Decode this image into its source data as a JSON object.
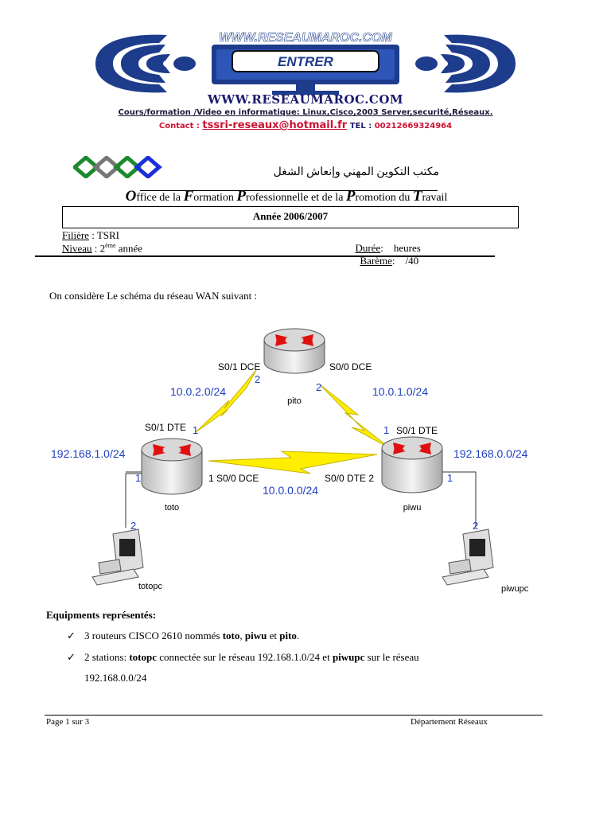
{
  "header": {
    "banner_site": "WWW.RESEAUMAROC.COM",
    "banner_button": "ENTRER",
    "site": "WWW.RESEAUMAROC.COM",
    "courses": "Cours/formation /Video en informatique: Linux,Cisco,2003 Server,securité,Réseaux.",
    "contact_label": "Contact :",
    "contact_email": "tssri-reseaux@hotmail.fr",
    "tel_label": "TEL :",
    "tel": "00212669324964"
  },
  "org": {
    "arabic": "مكتب التكوين المهني وإنعاش الشغل",
    "office_parts": [
      {
        "cap": "O",
        "rest": "ffice de la "
      },
      {
        "cap": "F",
        "rest": "ormation "
      },
      {
        "cap": "P",
        "rest": "rofessionnelle et de la "
      },
      {
        "cap": "P",
        "rest": "romotion du "
      },
      {
        "cap": "T",
        "rest": "ravail"
      }
    ]
  },
  "exam": {
    "annee": "Année 2006/2007",
    "filiere_label": "Filière",
    "filiere_value": ": TSRI",
    "niveau_label": "Niveau",
    "niveau_value_pre": ": 2",
    "niveau_sup": "ème",
    "niveau_value_post": " année",
    "duree_label": "Durée",
    "duree_value": ":    heures",
    "bareme_label": "Barème",
    "bareme_value": ":    /40"
  },
  "intro": "On considère  Le schéma  du réseau WAN suivant :",
  "diagram": {
    "routers": [
      {
        "name": "pito"
      },
      {
        "name": "toto"
      },
      {
        "name": "piwu"
      }
    ],
    "pcs": [
      {
        "name": "totopc"
      },
      {
        "name": "piwupc"
      }
    ],
    "labels": {
      "pito_s01": "S0/1 DCE",
      "pito_s00": "S0/0 DCE",
      "pito_p2a": "2",
      "pito_p2b": "2",
      "net_left": "10.0.2.0/24",
      "net_right": "10.0.1.0/24",
      "net_bottom": "10.0.0.0/24",
      "toto_s01": "S0/1 DTE",
      "toto_s01_num": "1",
      "toto_s00": "1 S0/0 DCE",
      "toto_eth": "1",
      "piwu_s01": "S0/1 DTE",
      "piwu_s01_num": "1",
      "piwu_s00": "S0/0 DTE 2",
      "piwu_eth": "1",
      "lan_left": "192.168.1.0/24",
      "lan_right": "192.168.0.0/24",
      "totopc_port": "2",
      "piwupc_port": "2"
    },
    "colors": {
      "network_text": "#1f3fbf",
      "serial_link": "#ffee00",
      "router_arrow": "#e01010"
    }
  },
  "equipments": {
    "title": "Equipments représentés:",
    "item1": {
      "pre": "3 routeurs CISCO 2610 nommés ",
      "b1": "toto",
      "sep1": ", ",
      "b2": "piwu",
      "sep2": " et ",
      "b3": "pito",
      "post": "."
    },
    "item2": {
      "pre": "2 stations: ",
      "b1": "totopc",
      "mid": " connectée sur le réseau 192.168.1.0/24 et ",
      "b2": "piwupc",
      "post": " sur le réseau",
      "line2": "192.168.0.0/24"
    }
  },
  "footer": {
    "page": "Page 1 sur 3",
    "dept": "Département Réseaux"
  }
}
